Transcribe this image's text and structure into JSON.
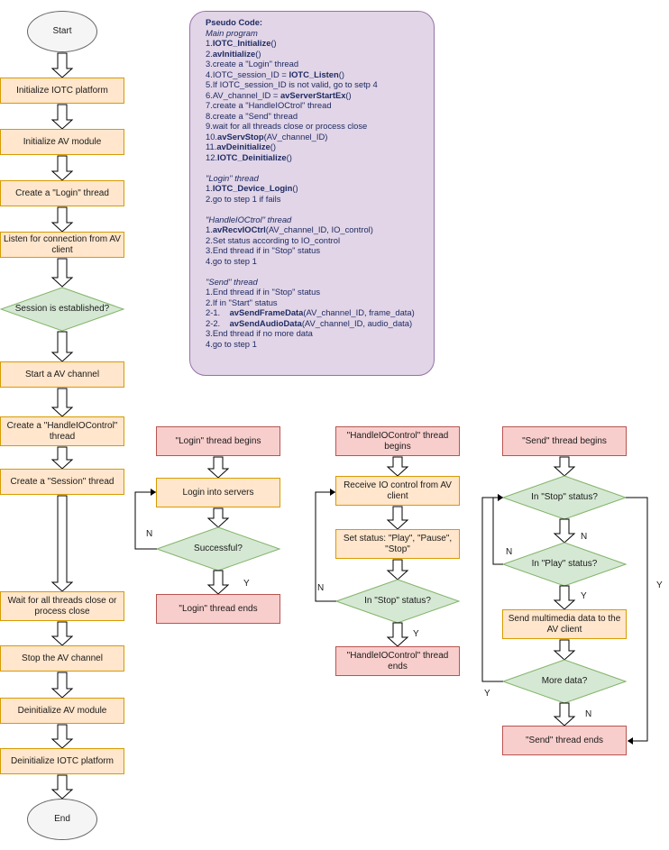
{
  "main_flow": {
    "start": "Start",
    "steps": [
      "Initialize IOTC platform",
      "Initialize AV module",
      "Create a \"Login\" thread",
      "Listen for connection from AV client"
    ],
    "decision": "Session is established?",
    "steps2": [
      "Start a AV channel",
      "Create a \"HandleIOControl\" thread",
      "Create a \"Session\" thread"
    ],
    "steps3": [
      "Wait for all threads close or process close",
      "Stop the AV channel",
      "Deinitialize AV module",
      "Deinitialize IOTC platform"
    ],
    "end": "End"
  },
  "pseudo_code": {
    "title": "Pseudo Code:",
    "main_label": "Main program",
    "main_steps": [
      [
        {
          "t": "1."
        },
        {
          "t": "IOTC_Initialize",
          "b": true
        },
        {
          "t": "()"
        }
      ],
      [
        {
          "t": "2."
        },
        {
          "t": "avInitialize",
          "b": true
        },
        {
          "t": "()"
        }
      ],
      [
        {
          "t": "3.create a \"Login\" thread"
        }
      ],
      [
        {
          "t": "4.IOTC_session_ID = "
        },
        {
          "t": "IOTC_Listen",
          "b": true
        },
        {
          "t": "()"
        }
      ],
      [
        {
          "t": "5.If IOTC_session_ID is not valid, go to setp 4"
        }
      ],
      [
        {
          "t": "6.AV_channel_ID = "
        },
        {
          "t": "avServerStartEx",
          "b": true
        },
        {
          "t": "()"
        }
      ],
      [
        {
          "t": "7.create a \"HandleIOCtrol\" thread"
        }
      ],
      [
        {
          "t": "8.create a \"Send\" thread"
        }
      ],
      [
        {
          "t": "9.wait for all threads close or process close"
        }
      ],
      [
        {
          "t": "10."
        },
        {
          "t": "avServStop",
          "b": true
        },
        {
          "t": "(AV_channel_ID)"
        }
      ],
      [
        {
          "t": "11."
        },
        {
          "t": "avDeinitialize",
          "b": true
        },
        {
          "t": "()"
        }
      ],
      [
        {
          "t": "12."
        },
        {
          "t": "IOTC_Deinitialize",
          "b": true
        },
        {
          "t": "()"
        }
      ]
    ],
    "login_label": "\"Login\" thread",
    "login_steps": [
      [
        {
          "t": "1."
        },
        {
          "t": "IOTC_Device_Login",
          "b": true
        },
        {
          "t": "()"
        }
      ],
      [
        {
          "t": "2.go to step 1 if fails"
        }
      ]
    ],
    "handle_label": "\"HandleIOCtrol\" thread",
    "handle_steps": [
      [
        {
          "t": "1."
        },
        {
          "t": "avRecvIOCtrl",
          "b": true
        },
        {
          "t": "(AV_channel_ID, IO_control)"
        }
      ],
      [
        {
          "t": "2.Set status according to IO_control"
        }
      ],
      [
        {
          "t": "3.End thread if in \"Stop\" status"
        }
      ],
      [
        {
          "t": "4.go to step 1"
        }
      ]
    ],
    "send_label": "\"Send\" thread",
    "send_steps": [
      [
        {
          "t": "1.End thread if in \"Stop\" status"
        }
      ],
      [
        {
          "t": "2.If in \"Start\" status"
        }
      ],
      [
        {
          "t": "2-1.    "
        },
        {
          "t": "avSendFrameData",
          "b": true
        },
        {
          "t": "(AV_channel_ID, frame_data)"
        }
      ],
      [
        {
          "t": "2-2.    "
        },
        {
          "t": "avSendAudioData",
          "b": true
        },
        {
          "t": "(AV_channel_ID, audio_data)"
        }
      ],
      [
        {
          "t": "3.End thread if no more data"
        }
      ],
      [
        {
          "t": "4.go to step 1"
        }
      ]
    ]
  },
  "login_flow": {
    "begin": "\"Login\" thread begins",
    "step": "Login into servers",
    "decision": "Successful?",
    "end": "\"Login\" thread ends",
    "label_n": "N",
    "label_y": "Y"
  },
  "handle_flow": {
    "begin": "\"HandleIOControl\" thread begins",
    "step1": "Receive IO control from AV client",
    "step2": "Set status: \"Play\", \"Pause\", \"Stop\"",
    "decision": "In \"Stop\" status?",
    "end": "\"HandleIOControl\" thread ends",
    "label_n": "N",
    "label_y": "Y"
  },
  "send_flow": {
    "begin": "\"Send\" thread begins",
    "decision1": "In \"Stop\" status?",
    "decision2": "In \"Play\" status?",
    "step": "Send multimedia data to the AV client",
    "decision3": "More data?",
    "end": "\"Send\" thread ends",
    "label_n1": "N",
    "label_n2": "N",
    "label_y2": "Y",
    "label_y_right": "Y",
    "label_y3": "Y",
    "label_n3": "N"
  },
  "colors": {
    "process_fill": "#ffe6cc",
    "process_stroke": "#d79b00",
    "decision_fill": "#d5e8d4",
    "decision_stroke": "#82b366",
    "terminal_fill": "#f8cecc",
    "terminal_stroke": "#b85450",
    "pseudo_fill": "#e1d5e7",
    "pseudo_stroke": "#9673a6",
    "oval_fill": "#f5f5f5",
    "oval_stroke": "#666666"
  }
}
